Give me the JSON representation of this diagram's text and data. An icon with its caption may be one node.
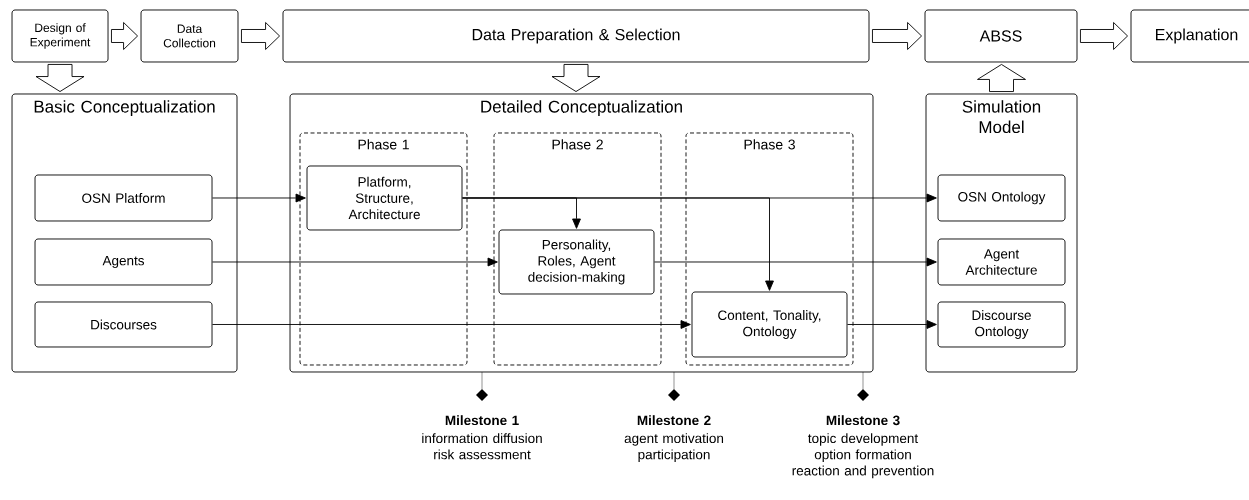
{
  "diagram": {
    "nodes": [
      {
        "text": [
          "Design of Experiment"
        ]
      },
      {
        "text": [
          "Data Collection"
        ]
      },
      {
        "text": [
          "Data Preparation & Selection"
        ]
      },
      {
        "text": [
          "ABSS"
        ]
      },
      {
        "text": [
          "Explanation"
        ]
      },
      {
        "text": [
          "Basic Conceptualization"
        ]
      },
      {
        "text": [
          "Detailed Conceptualization"
        ]
      },
      {
        "text": [
          "Phase 1"
        ],
        "in": 6
      },
      {
        "text": [
          "Phase 2"
        ],
        "in": 6
      },
      {
        "text": [
          "Phase 3"
        ],
        "in": 6
      },
      {
        "text": [
          "Simulation Model"
        ]
      },
      {
        "text": [
          "OSN Platform"
        ],
        "in": 5
      },
      {
        "text": [
          "Agents"
        ],
        "in": 5
      },
      {
        "text": [
          "Discourses"
        ],
        "in": 5
      },
      {
        "text": [
          "Platform, Structure, Architecture"
        ],
        "in": 7
      },
      {
        "text": [
          "Personality, Roles, Agent decision-making"
        ],
        "in": 8
      },
      {
        "text": [
          "Content, Tonality, Ontology"
        ],
        "in": 9
      },
      {
        "text": [
          "OSN Ontology"
        ],
        "in": 10
      },
      {
        "text": [
          "Agent Architecture"
        ],
        "in": 10
      },
      {
        "text": [
          "Discourse Ontology"
        ],
        "in": 10
      }
    ],
    "edges": [
      {
        "from": 0,
        "to": 1,
        "arrow": "to",
        "style": "thick"
      },
      {
        "from": 1,
        "to": 2,
        "arrow": "to",
        "style": "thick"
      },
      {
        "from": 2,
        "to": 3,
        "arrow": "to",
        "style": "thick"
      },
      {
        "from": 3,
        "to": 4,
        "arrow": "to",
        "style": "thick"
      },
      {
        "from": 0,
        "to": 5,
        "arrow": "to",
        "style": "thick"
      },
      {
        "from": 2,
        "to": 6,
        "arrow": "to",
        "style": "thick"
      },
      {
        "from": 10,
        "to": 3,
        "arrow": "to",
        "style": "thick"
      },
      {
        "from": 11,
        "to": 14,
        "arrow": "to"
      },
      {
        "from": 14,
        "to": 17,
        "arrow": "to"
      },
      {
        "from": 14,
        "to": 15,
        "arrow": "to"
      },
      {
        "from": 14,
        "to": 16,
        "arrow": "to"
      },
      {
        "from": 12,
        "to": 15,
        "arrow": "to"
      },
      {
        "from": 15,
        "to": 18,
        "arrow": "to"
      },
      {
        "from": 13,
        "to": 16,
        "arrow": "to"
      },
      {
        "from": 16,
        "to": 19,
        "arrow": "to"
      }
    ],
    "labels": [
      "Milestone 1",
      "information diffusion risk assessment",
      "Milestone 2",
      "agent motivation participation",
      "Milestone 3",
      "topic development option formation reaction and prevention"
    ]
  }
}
